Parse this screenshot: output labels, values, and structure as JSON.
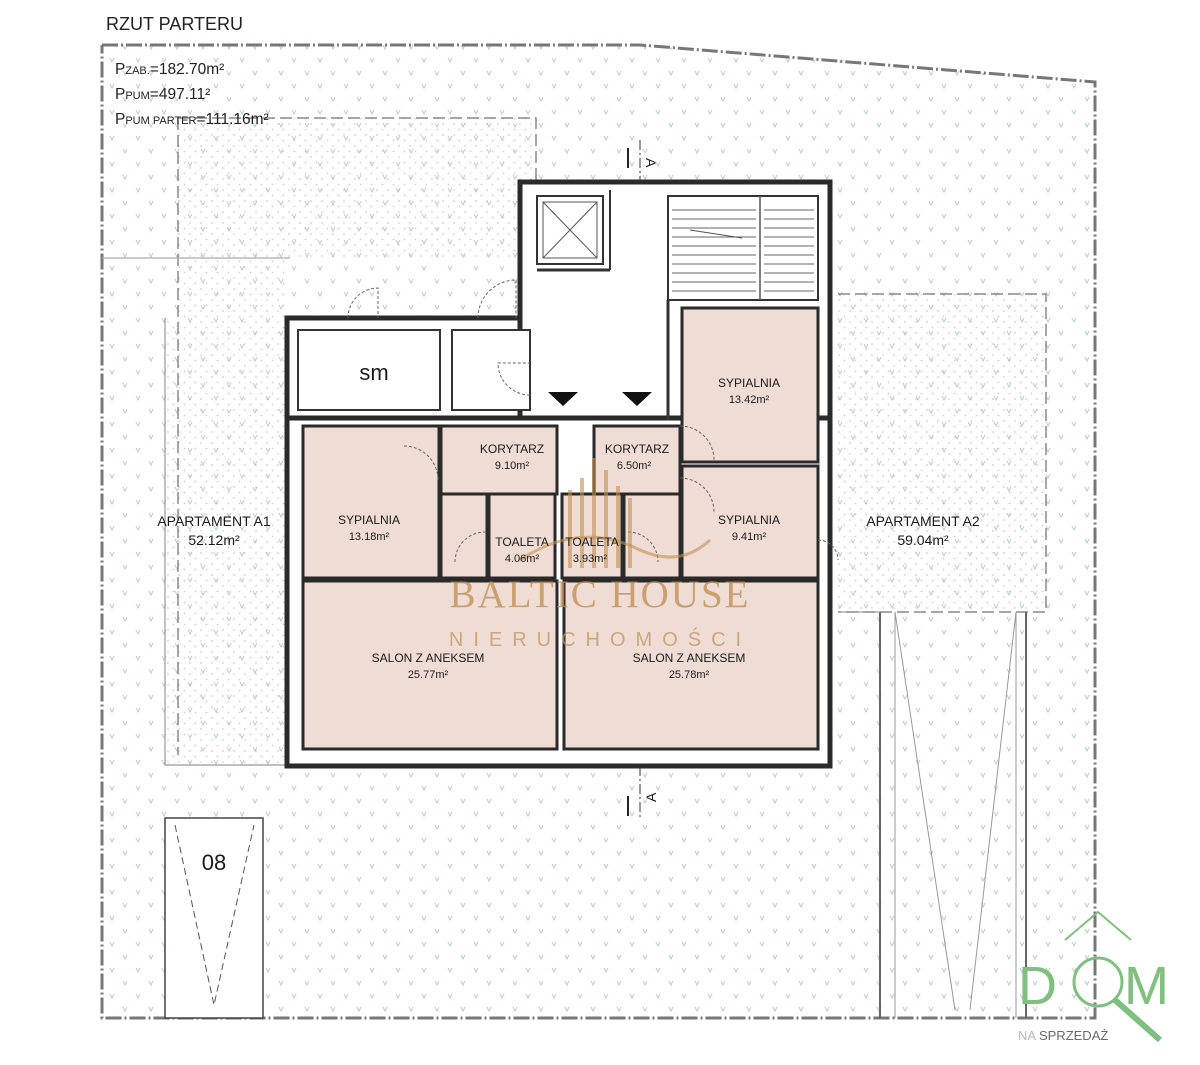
{
  "title": "RZUT PARTERU",
  "stats": [
    {
      "prefix": "P",
      "sub": "ZAB.",
      "value": "=182.70m²"
    },
    {
      "prefix": "P",
      "sub": "PUM",
      "value": "=497.11²"
    },
    {
      "prefix": "P",
      "sub": "PUM PARTER",
      "value": "=111.16m²"
    }
  ],
  "section_marker": "A",
  "storage_label": "sm",
  "parking_number": "08",
  "apartments": {
    "a1": {
      "name": "APARTAMENT A1",
      "area": "52.12m²"
    },
    "a2": {
      "name": "APARTAMENT A2",
      "area": "59.04m²"
    }
  },
  "rooms": {
    "sypialnia_a1": {
      "name": "SYPIALNIA",
      "area": "13.18m²"
    },
    "korytarz_a1": {
      "name": "KORYTARZ",
      "area": "9.10m²"
    },
    "toaleta_a1": {
      "name": "TOALETA",
      "area": "4.06m²"
    },
    "salon_a1": {
      "name": "SALON Z ANEKSEM",
      "area": "25.77m²"
    },
    "korytarz_a2": {
      "name": "KORYTARZ",
      "area": "6.50m²"
    },
    "toaleta_a2": {
      "name": "TOALETA",
      "area": "3.93m²"
    },
    "sypialnia_a2_top": {
      "name": "SYPIALNIA",
      "area": "13.42m²"
    },
    "sypialnia_a2_mid": {
      "name": "SYPIALNIA",
      "area": "9.41m²"
    },
    "salon_a2": {
      "name": "SALON Z ANEKSEM",
      "area": "25.78m²"
    }
  },
  "watermark": {
    "brand": "BALTIC HOUSE",
    "tagline": "NIERUCHOMOŚCI"
  },
  "logo": {
    "letters_left": "D",
    "letters_right": "M",
    "tagline_prefix": "NA ",
    "tagline_main": "SPRZEDAŻ"
  },
  "colors": {
    "room_fill": "#efdcd5",
    "grass": "#b8d2bf",
    "wall": "#2a2a2a",
    "brand_gold": "#bf8f54",
    "logo_green": "#7fbf7f"
  }
}
